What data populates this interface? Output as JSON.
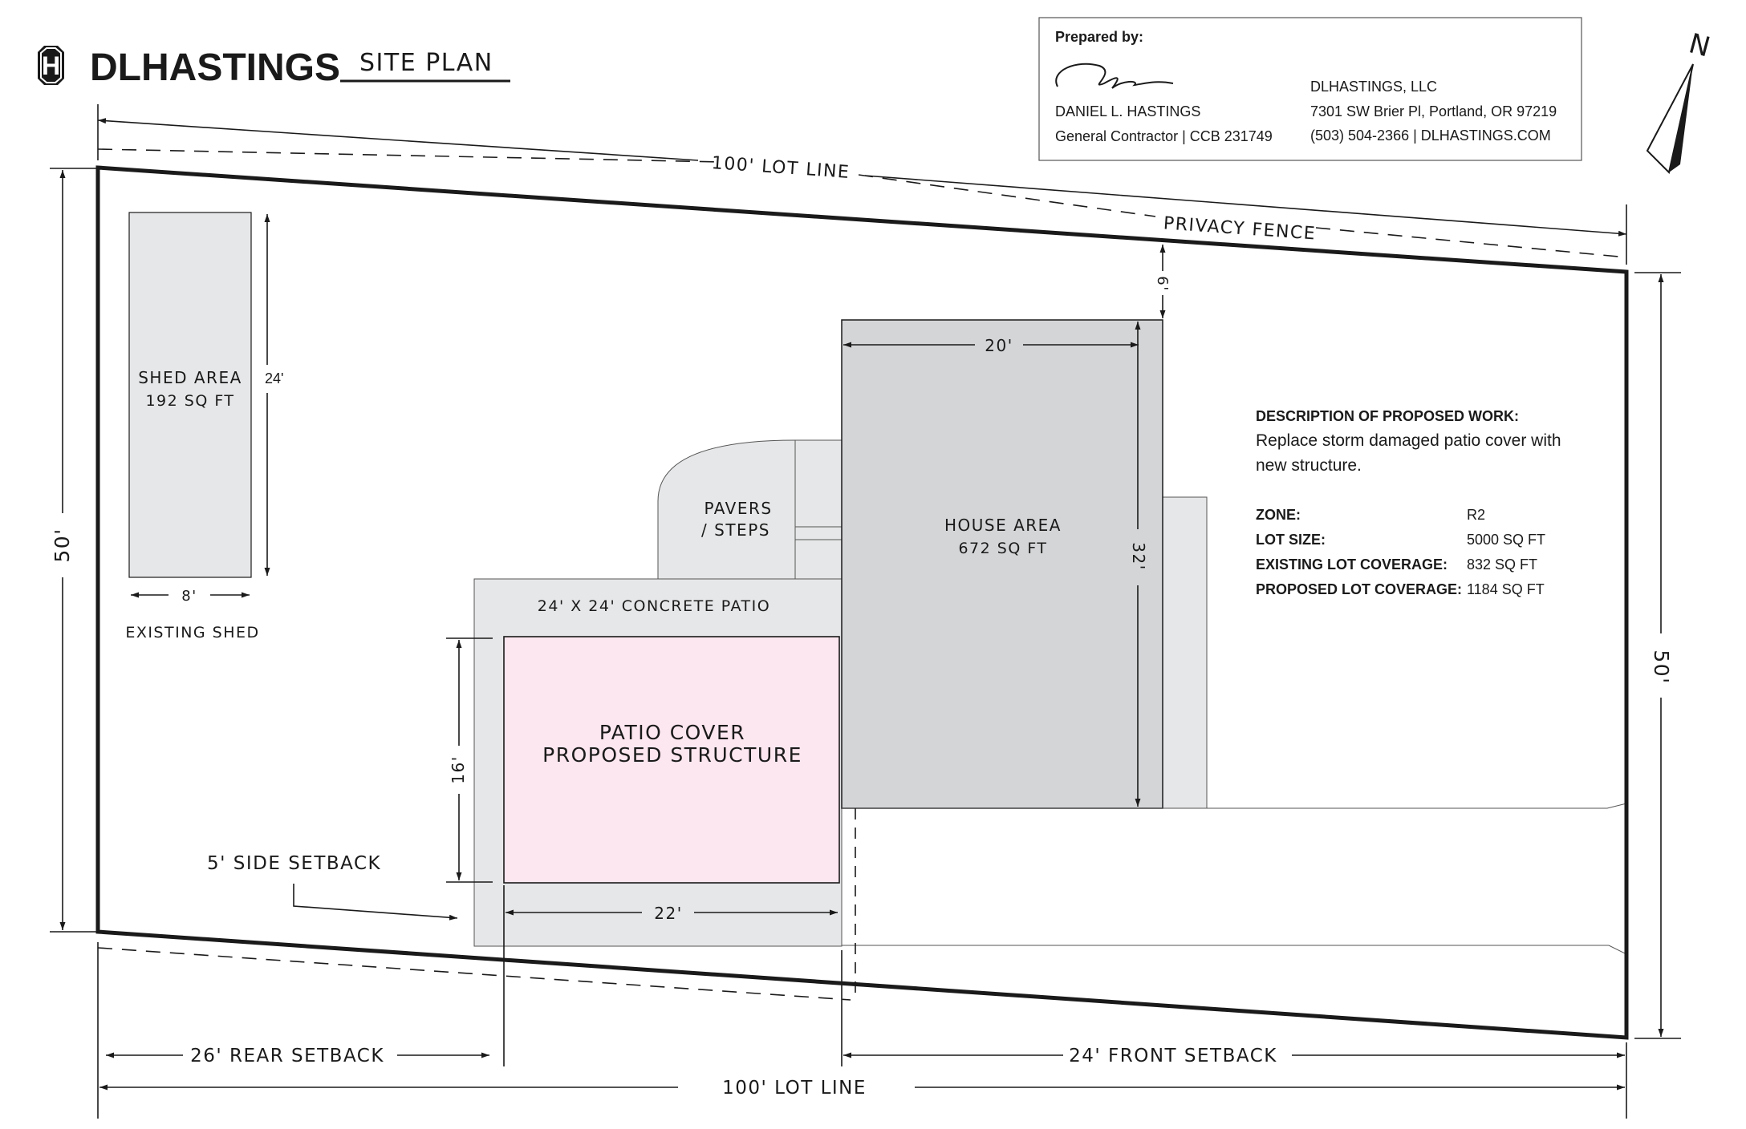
{
  "brand": {
    "name": "DLHASTINGS",
    "logo_letter": "H"
  },
  "title": "SITE PLAN",
  "prepared_by": {
    "heading": "Prepared by:",
    "name": "DANIEL L. HASTINGS",
    "role": "General Contractor | CCB 231749",
    "company": "DLHASTINGS, LLC",
    "address": "7301 SW Brier Pl, Portland, OR 97219",
    "contact": "(503) 504-2366  |  DLHASTINGS.COM"
  },
  "north": "N",
  "labels": {
    "top_lot_line": "100' LOT LINE",
    "bottom_lot_line": "100' LOT LINE",
    "privacy_fence": "PRIVACY FENCE",
    "left_depth": "50'",
    "right_depth": "50'",
    "shed_area": "SHED AREA",
    "shed_sqft": "192 SQ FT",
    "shed_height": "24'",
    "shed_width": "8'",
    "existing_shed": "EXISTING SHED",
    "pavers_1": "PAVERS",
    "pavers_2": "/ STEPS",
    "house_area": "HOUSE AREA",
    "house_sqft": "672 SQ FT",
    "house_width": "20'",
    "house_depth": "32'",
    "fence_offset": "6'",
    "concrete_patio": "24' X 24' CONCRETE PATIO",
    "patio_cover_1": "PATIO COVER",
    "patio_cover_2": "PROPOSED STRUCTURE",
    "patio_depth": "16'",
    "patio_width": "22'",
    "side_setback": "5' SIDE SETBACK",
    "rear_setback": "26' REAR SETBACK",
    "front_setback": "24' FRONT SETBACK"
  },
  "description": {
    "heading": "DESCRIPTION OF PROPOSED WORK:",
    "line1": "Replace storm damaged patio cover with",
    "line2": "new structure.",
    "rows": [
      {
        "key": "ZONE:",
        "value": "R2"
      },
      {
        "key": "LOT SIZE:",
        "value": "5000 SQ FT"
      },
      {
        "key": "EXISTING LOT COVERAGE:",
        "value": "832 SQ FT"
      },
      {
        "key": "PROPOSED LOT COVERAGE:",
        "value": "1184 SQ FT"
      }
    ]
  },
  "colors": {
    "structure_gray": "#d4d5d7",
    "light_gray": "#e6e7e8",
    "patio_cover_pink": "#fce6ef",
    "line": "#1a1a1a"
  }
}
